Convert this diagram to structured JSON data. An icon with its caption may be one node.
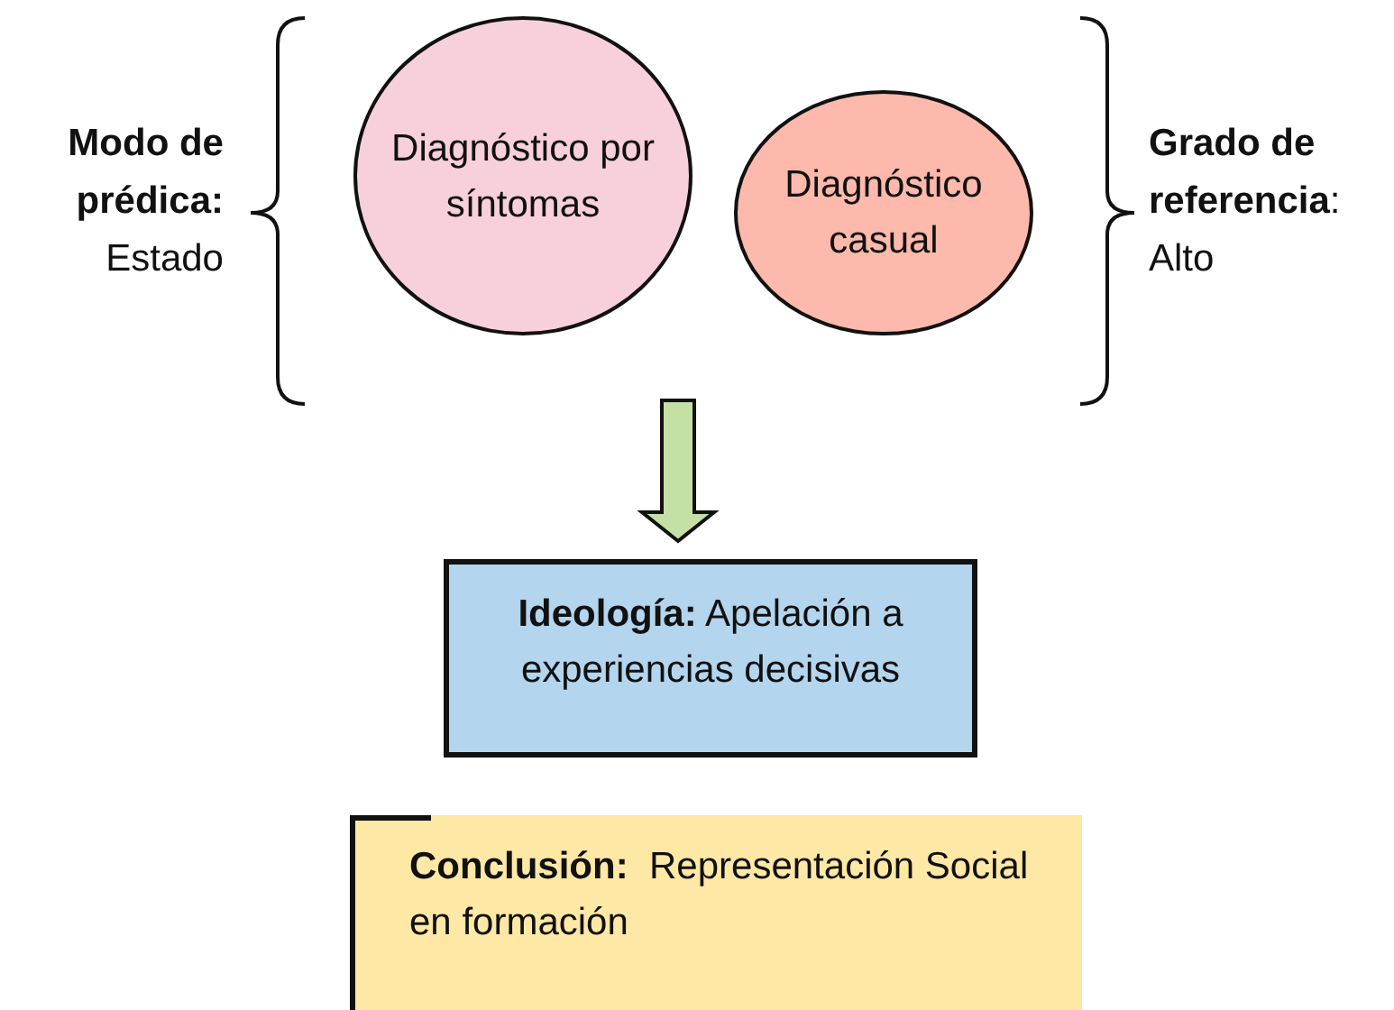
{
  "diagram": {
    "nodes": [
      {
        "text": [
          "Diagnóstico por síntomas"
        ]
      },
      {
        "text": [
          "Diagnóstico casual"
        ]
      },
      {
        "text": [
          "**Ideología:** Apelación a experiencias decisivas"
        ]
      },
      {
        "text": [
          "**Conclusión:**  Representación Social en formación"
        ]
      }
    ],
    "edges": [
      {
        "from": null,
        "to": 2,
        "arrow": "to",
        "style": "thick",
        "color": "#c5e0a5"
      }
    ],
    "labels": [
      "**Modo de prédica:** Estado",
      "**Grado de referencia**: Alto"
    ]
  }
}
